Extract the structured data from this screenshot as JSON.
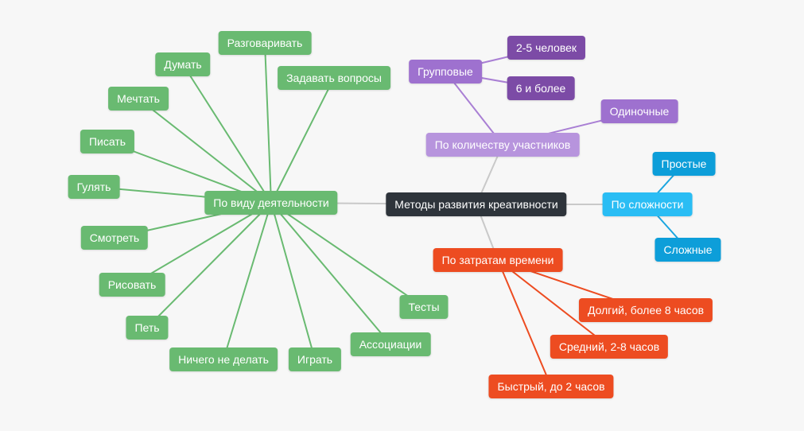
{
  "colors": {
    "background": "#f7f7f7",
    "center": "#2e343b",
    "green": "#69ba71",
    "purple_light": "#b794dd",
    "purple_mid": "#9e71cf",
    "purple_dark": "#7c4ba6",
    "blue_light": "#2abdf4",
    "blue_dark": "#0d9ed9",
    "orange": "#ed4c21",
    "line_gray": "#c9c9c9",
    "line_green": "#69ba71",
    "line_purple": "#a97fd4",
    "line_blue": "#1ba6e0",
    "line_orange": "#ed4c21"
  },
  "center": {
    "label": "Методы развития креативности"
  },
  "branches": [
    {
      "label": "По виду деятельности",
      "children": [
        "Разговаривать",
        "Думать",
        "Задавать вопросы",
        "Мечтать",
        "Писать",
        "Гулять",
        "Смотреть",
        "Рисовать",
        "Петь",
        "Ничего не делать",
        "Играть",
        "Ассоциации",
        "Тесты"
      ]
    },
    {
      "label": "По количеству участников",
      "children": [
        {
          "label": "Групповые",
          "children": [
            "2-5 человек",
            "6 и более"
          ]
        },
        {
          "label": "Одиночные"
        }
      ]
    },
    {
      "label": "По сложности",
      "children": [
        "Простые",
        "Сложные"
      ]
    },
    {
      "label": "По затратам времени",
      "children": [
        "Долгий, более 8 часов",
        "Средний, 2-8 часов",
        "Быстрый, до 2 часов"
      ]
    }
  ]
}
